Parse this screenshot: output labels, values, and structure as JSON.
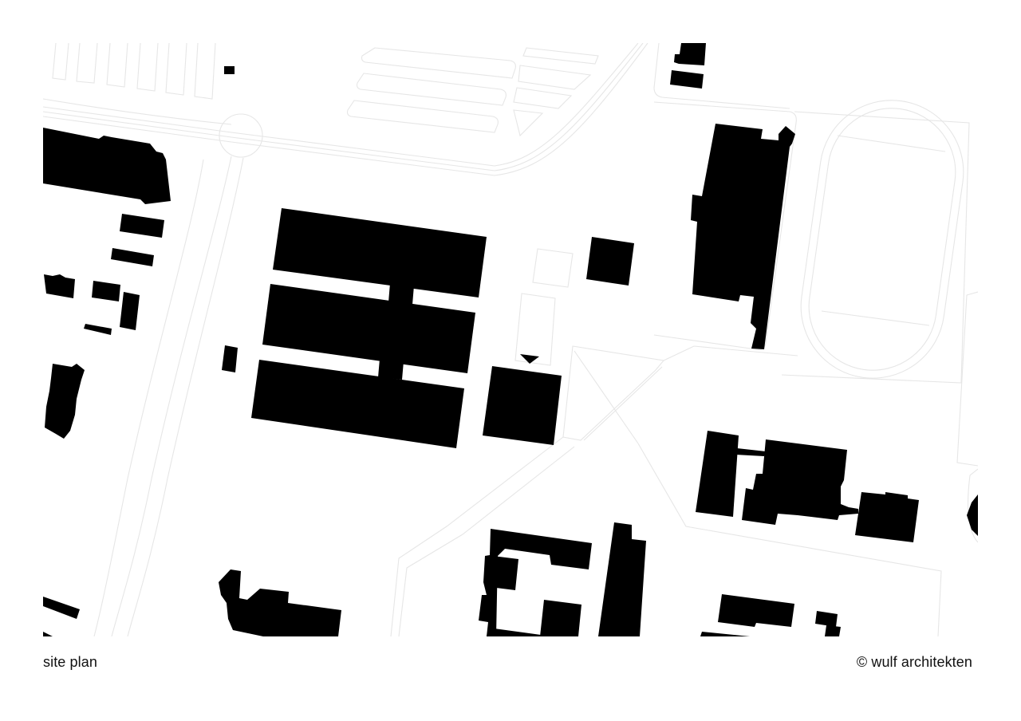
{
  "caption": {
    "title": "site plan",
    "credit": "© wulf architekten"
  },
  "map": {
    "type": "figure-ground site plan",
    "building_color": "#000000",
    "road_line_color": "#e6e6e6",
    "background_color": "#ffffff",
    "icons": {
      "entrance_marker": "triangle-down"
    }
  }
}
